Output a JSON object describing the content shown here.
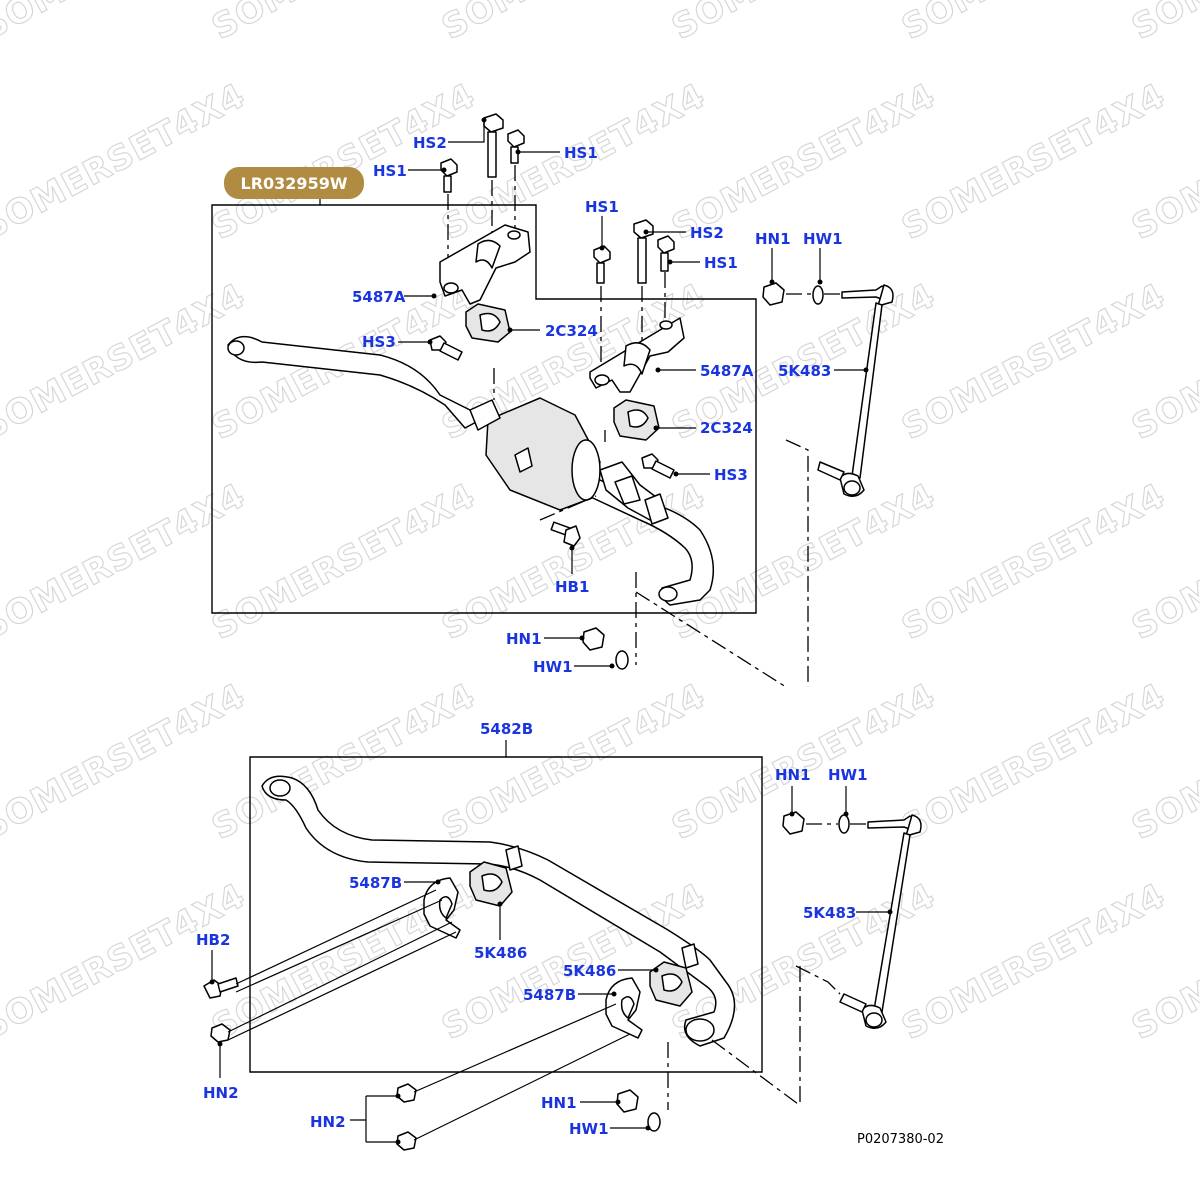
{
  "watermark": "SOMERSET4X4",
  "badge": {
    "text": "LR032959W",
    "color": "#b08c43"
  },
  "label_color": "#1a35e0",
  "reference": "P0207380-02",
  "labels": {
    "top": {
      "hs2_a": "HS2",
      "hs1_a": "HS1",
      "hs1_b": "HS1",
      "hs1_c": "HS1",
      "hs2_b": "HS2",
      "hs1_d": "HS1",
      "hn1_a": "HN1",
      "hw1_a": "HW1",
      "p5487a_a": "5487A",
      "p2c324_a": "2C324",
      "hs3_a": "HS3",
      "p5487a_b": "5487A",
      "p5k483_a": "5K483",
      "p2c324_b": "2C324",
      "hs3_b": "HS3",
      "hb1": "HB1",
      "hn1_b": "HN1",
      "hw1_b": "HW1"
    },
    "bottom": {
      "p5482b": "5482B",
      "hn1_c": "HN1",
      "hw1_c": "HW1",
      "p5487b_a": "5487B",
      "p5k486_a": "5K486",
      "p5k483_b": "5K483",
      "hb2": "HB2",
      "p5k486_b": "5K486",
      "p5487b_b": "5487B",
      "hn2_a": "HN2",
      "hn1_d": "HN1",
      "hn2_b": "HN2",
      "hw1_d": "HW1"
    }
  }
}
